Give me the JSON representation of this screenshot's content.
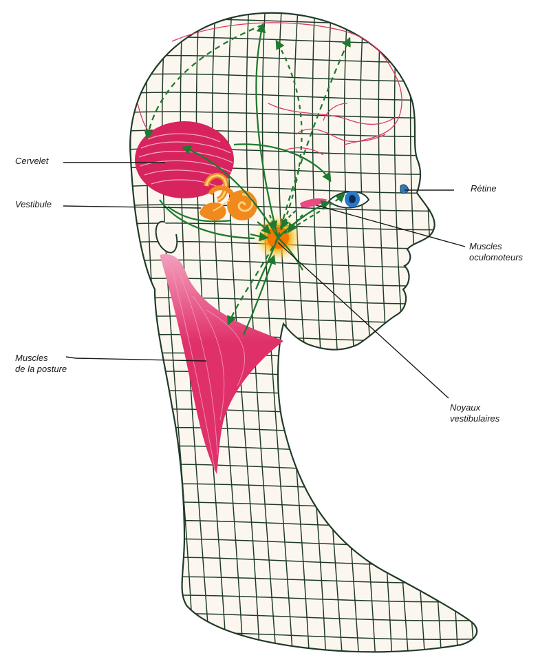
{
  "labels": {
    "cervelet": "Cervelet",
    "vestibule": "Vestibule",
    "retine": "Rétine",
    "muscles_oculo_line1": "Muscles",
    "muscles_oculo_line2": "oculomoteurs",
    "muscles_posture_line1": "Muscles",
    "muscles_posture_line2": "de la posture",
    "noyaux_line1": "Noyaux",
    "noyaux_line2": "vestibulaires"
  },
  "colors": {
    "mesh_line": "#1f3a2a",
    "head_fill": "#fbf7ee",
    "cerebellum": "#d8245e",
    "posture_muscle": "#e0306a",
    "nerve_pathway": "#1f7a2f",
    "brain_vessels": "#d8386a",
    "vestibular_nuclei": "#f5a300",
    "inner_ear": "#f08a1e",
    "iris": "#2a78c8"
  }
}
